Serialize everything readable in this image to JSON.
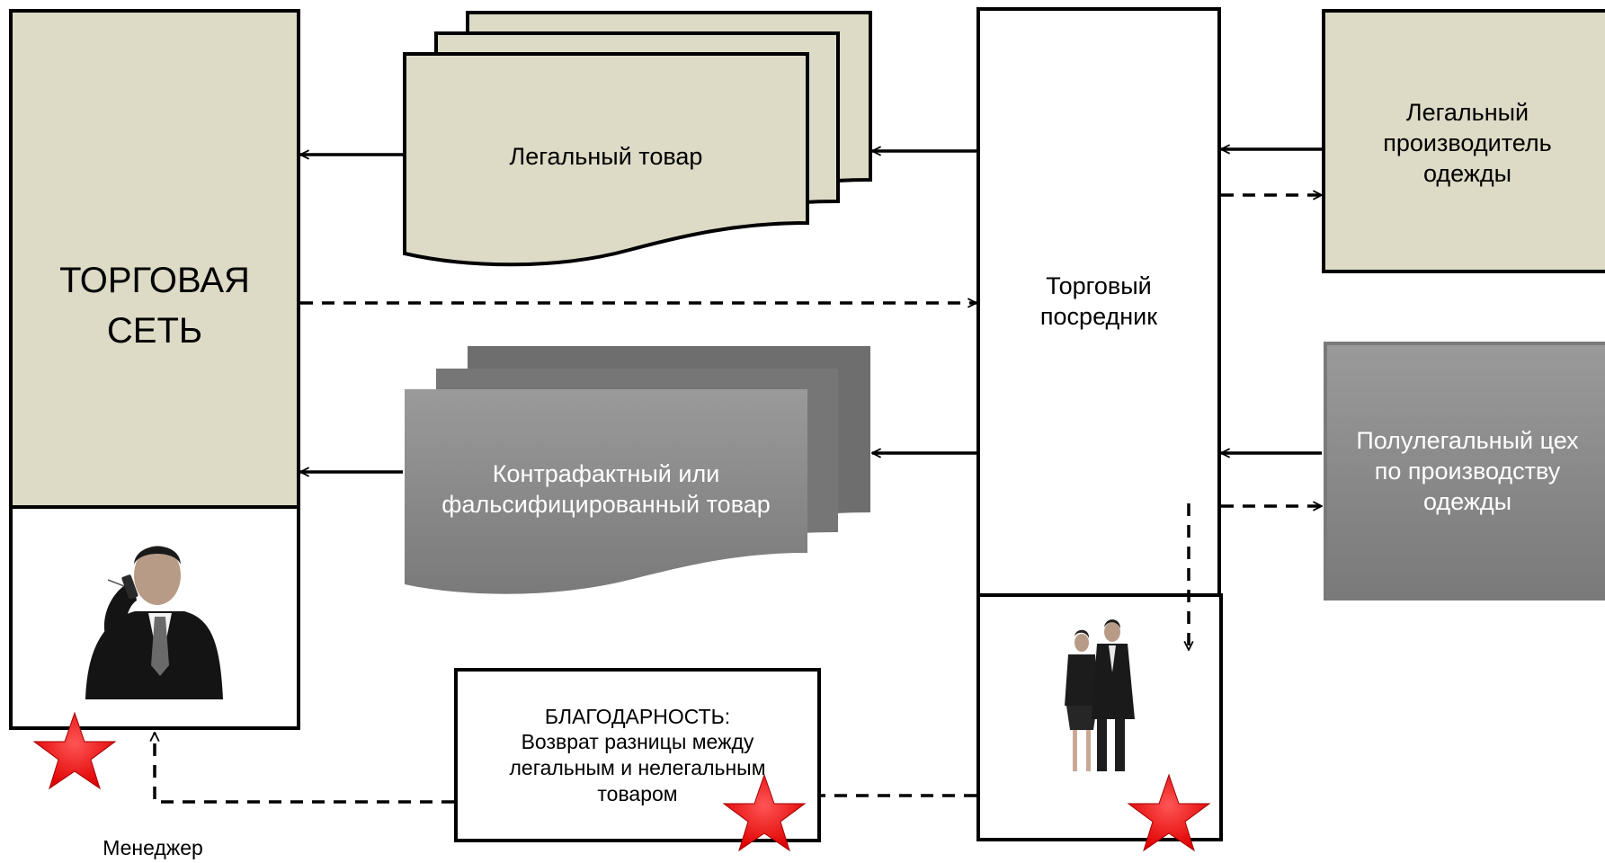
{
  "colors": {
    "legal_fill": "#dddac6",
    "counterfeit_fill": "#808080",
    "outline": "#000000",
    "star": "#ff1a1a",
    "background": "#ffffff"
  },
  "trade_network": {
    "line1": "ТОРГОВАЯ",
    "line2": "СЕТЬ",
    "manager_photo_icon": "businessman-on-phone-photo"
  },
  "manager_caption": "Менеджер",
  "legal_goods": {
    "label": "Легальный товар"
  },
  "counterfeit_goods": {
    "line1": "Контрафактный или",
    "line2": "фальсифицированный товар"
  },
  "intermediary": {
    "line1": "Торговый",
    "line2": "посредник",
    "photo_icon": "business-couple-photo"
  },
  "legal_manufacturer": {
    "line1": "Легальный",
    "line2": "производитель",
    "line3": "одежды"
  },
  "semilegal_workshop": {
    "line1": "Полулегальный цех",
    "line2": "по производству",
    "line3": "одежды"
  },
  "gratitude": {
    "line1": "БЛАГОДАРНОСТЬ:",
    "line2": "Возврат разницы между",
    "line3": "легальным и нелегальным",
    "line4": "товаром"
  }
}
